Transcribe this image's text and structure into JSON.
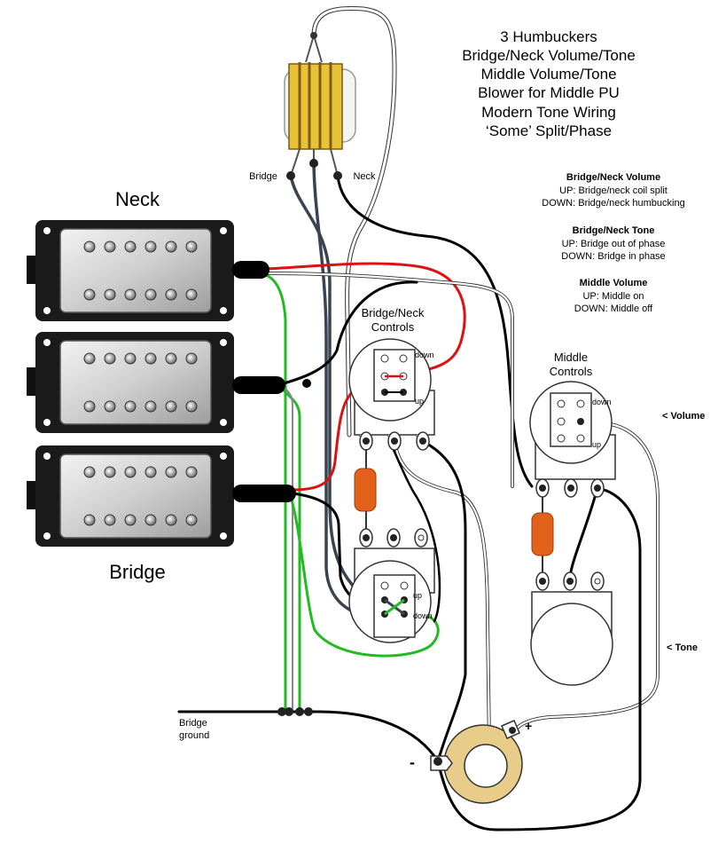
{
  "title_lines": [
    "3 Humbuckers",
    "Bridge/Neck Volume/Tone",
    "Middle Volume/Tone",
    "Blower for Middle PU",
    "Modern Tone Wiring",
    "‘Some’ Split/Phase"
  ],
  "notes": [
    {
      "heading": "Bridge/Neck Volume",
      "lines": [
        "UP: Bridge/neck coil split",
        "DOWN: Bridge/neck humbucking"
      ]
    },
    {
      "heading": "Bridge/Neck Tone",
      "lines": [
        "UP: Bridge out of phase",
        "DOWN: Bridge in phase"
      ]
    },
    {
      "heading": "Middle Volume",
      "lines": [
        "UP: Middle on",
        "DOWN: Middle off"
      ]
    }
  ],
  "pickups": {
    "neck": "Neck",
    "bridge": "Bridge"
  },
  "switch_labels": {
    "bridge": "Bridge",
    "neck": "Neck"
  },
  "controls": {
    "bridge_neck": [
      "Bridge/Neck",
      "Controls"
    ],
    "middle": [
      "Middle",
      "Controls"
    ]
  },
  "pot_labels": {
    "up": "up",
    "down": "down"
  },
  "side_labels": {
    "volume": "< Volume",
    "tone": "< Tone"
  },
  "ground_label": [
    "Bridge",
    "ground"
  ],
  "jack_labels": {
    "plus": "+",
    "minus": "-"
  },
  "colors": {
    "wire_black": "#000000",
    "wire_red": "#dd1111",
    "wire_green": "#22bb22",
    "wire_blue_gray": "#3a4352",
    "wire_white": "#ffffff",
    "capacitor": "#e2621c",
    "switch_body": "#e8c33a",
    "jack_ring": "#e8cc8a"
  }
}
